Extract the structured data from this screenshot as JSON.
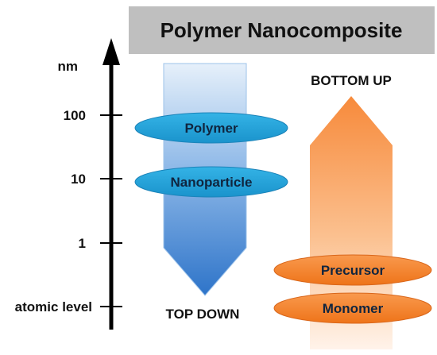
{
  "title": "Polymer Nanocomposite",
  "axis": {
    "unit_label": "nm",
    "ticks": [
      "100",
      "10",
      "1",
      "atomic level"
    ]
  },
  "top_down": {
    "label": "TOP DOWN",
    "items": [
      "Polymer",
      "Nanoparticle"
    ]
  },
  "bottom_up": {
    "label": "BOTTOM UP",
    "items": [
      "Precursor",
      "Monomer"
    ]
  },
  "colors": {
    "title_bg": "#bfbfbf",
    "top_down_arrow_light": "#dbeaf8",
    "top_down_arrow_dark": "#2e74c9",
    "top_down_ellipse": "#1fa0d8",
    "bottom_up_arrow_light": "#fde6d4",
    "bottom_up_arrow_dark": "#f79646",
    "bottom_up_ellipse": "#f37d22"
  }
}
